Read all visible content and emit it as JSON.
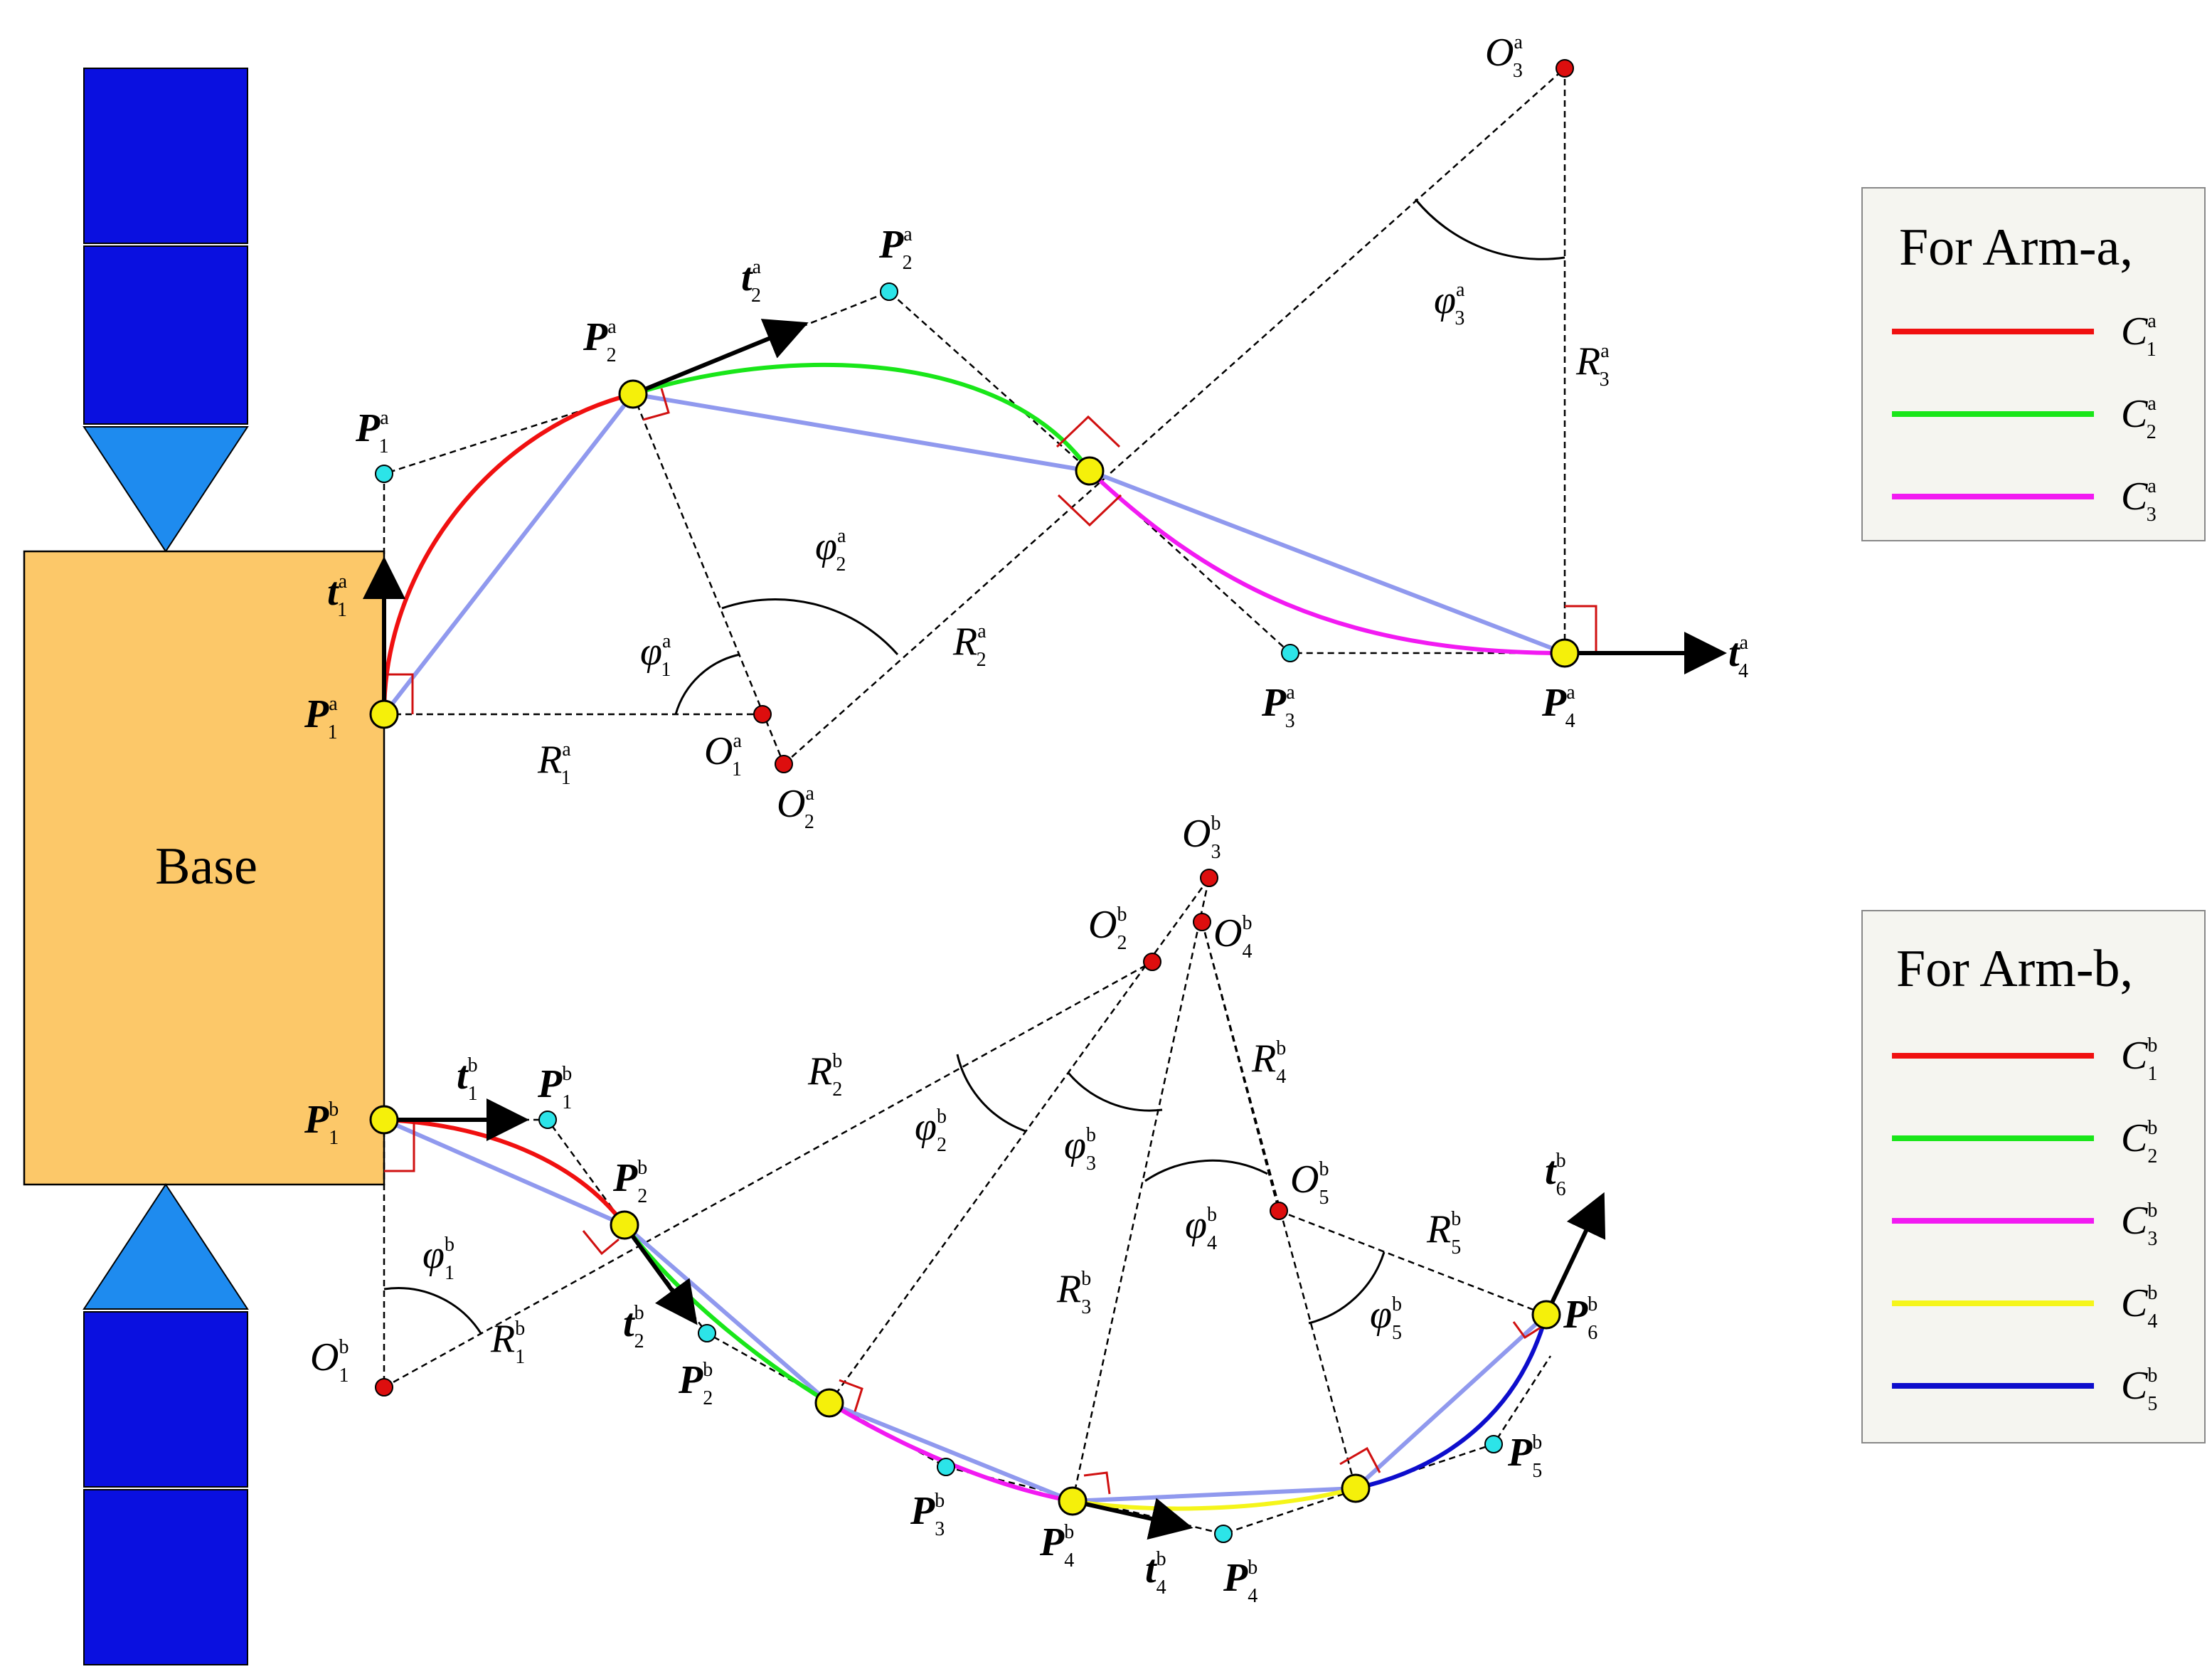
{
  "base": {
    "label": "Base"
  },
  "colors": {
    "base_fill": "#FCC869",
    "panel_dark": "#0A10E0",
    "panel_light": "#1E8BEF",
    "chord": "#9099EE",
    "curve_red": "#F01010",
    "curve_green": "#19E619",
    "curve_magenta": "#F21AF2",
    "curve_yellow": "#F5F51A",
    "curve_blue": "#0D0DCC",
    "point_yellow": "#F5F00A",
    "control_cyan": "#2CE4E8",
    "center_red": "#DD0E0E",
    "right_angle": "#D01010"
  },
  "legend_a": {
    "title": "For Arm-a,",
    "entries": [
      {
        "label": "C",
        "sup": "a",
        "sub": "1",
        "color": "#F01010"
      },
      {
        "label": "C",
        "sup": "a",
        "sub": "2",
        "color": "#19E619"
      },
      {
        "label": "C",
        "sup": "a",
        "sub": "3",
        "color": "#F21AF2"
      }
    ]
  },
  "legend_b": {
    "title": "For Arm-b,",
    "entries": [
      {
        "label": "C",
        "sup": "b",
        "sub": "1",
        "color": "#F01010"
      },
      {
        "label": "C",
        "sup": "b",
        "sub": "2",
        "color": "#19E619"
      },
      {
        "label": "C",
        "sup": "b",
        "sub": "3",
        "color": "#F21AF2"
      },
      {
        "label": "C",
        "sup": "b",
        "sub": "4",
        "color": "#F5F51A"
      },
      {
        "label": "C",
        "sup": "b",
        "sub": "5",
        "color": "#0D0DCC"
      }
    ]
  },
  "arm_a_labels": {
    "P1": {
      "main": "P",
      "sup": "a",
      "sub": "1"
    },
    "P2": {
      "main": "P",
      "sup": "a",
      "sub": "2"
    },
    "P3": {
      "main": "P",
      "sup": "a",
      "sub": "3"
    },
    "P4": {
      "main": "P",
      "sup": "a",
      "sub": "4"
    },
    "Pc1": {
      "main": "P",
      "sup": "a",
      "sub": "1"
    },
    "Pc2": {
      "main": "P",
      "sup": "a",
      "sub": "2"
    },
    "Pc3": {
      "main": "P",
      "sup": "a",
      "sub": "3"
    },
    "t1": {
      "main": "t",
      "sup": "a",
      "sub": "1"
    },
    "t2": {
      "main": "t",
      "sup": "a",
      "sub": "2"
    },
    "t4": {
      "main": "t",
      "sup": "a",
      "sub": "4"
    },
    "O1": {
      "main": "O",
      "sup": "a",
      "sub": "1"
    },
    "O2": {
      "main": "O",
      "sup": "a",
      "sub": "2"
    },
    "O3": {
      "main": "O",
      "sup": "a",
      "sub": "3"
    },
    "R1": {
      "main": "R",
      "sup": "a",
      "sub": "1"
    },
    "R2": {
      "main": "R",
      "sup": "a",
      "sub": "2"
    },
    "R3": {
      "main": "R",
      "sup": "a",
      "sub": "3"
    },
    "phi1": {
      "main": "φ",
      "sup": "a",
      "sub": "1"
    },
    "phi2": {
      "main": "φ",
      "sup": "a",
      "sub": "2"
    },
    "phi3": {
      "main": "φ",
      "sup": "a",
      "sub": "3"
    }
  },
  "arm_b_labels": {
    "P1": {
      "main": "P",
      "sup": "b",
      "sub": "1"
    },
    "P2": {
      "main": "P",
      "sup": "b",
      "sub": "2"
    },
    "P4": {
      "main": "P",
      "sup": "b",
      "sub": "4"
    },
    "P6": {
      "main": "P",
      "sup": "b",
      "sub": "6"
    },
    "Pc1": {
      "main": "P",
      "sup": "b",
      "sub": "1"
    },
    "Pc2": {
      "main": "P",
      "sup": "b",
      "sub": "2"
    },
    "Pc3": {
      "main": "P",
      "sup": "b",
      "sub": "3"
    },
    "Pc4": {
      "main": "P",
      "sup": "b",
      "sub": "4"
    },
    "Pc5": {
      "main": "P",
      "sup": "b",
      "sub": "5"
    },
    "t1": {
      "main": "t",
      "sup": "b",
      "sub": "1"
    },
    "t2": {
      "main": "t",
      "sup": "b",
      "sub": "2"
    },
    "t4": {
      "main": "t",
      "sup": "b",
      "sub": "4"
    },
    "t6": {
      "main": "t",
      "sup": "b",
      "sub": "6"
    },
    "O1": {
      "main": "O",
      "sup": "b",
      "sub": "1"
    },
    "O2": {
      "main": "O",
      "sup": "b",
      "sub": "2"
    },
    "O3": {
      "main": "O",
      "sup": "b",
      "sub": "3"
    },
    "O4": {
      "main": "O",
      "sup": "b",
      "sub": "4"
    },
    "O5": {
      "main": "O",
      "sup": "b",
      "sub": "5"
    },
    "R1": {
      "main": "R",
      "sup": "b",
      "sub": "1"
    },
    "R2": {
      "main": "R",
      "sup": "b",
      "sub": "2"
    },
    "R3": {
      "main": "R",
      "sup": "b",
      "sub": "3"
    },
    "R4": {
      "main": "R",
      "sup": "b",
      "sub": "4"
    },
    "R5": {
      "main": "R",
      "sup": "b",
      "sub": "5"
    },
    "phi1": {
      "main": "φ",
      "sup": "b",
      "sub": "1"
    },
    "phi2": {
      "main": "φ",
      "sup": "b",
      "sub": "2"
    },
    "phi3": {
      "main": "φ",
      "sup": "b",
      "sub": "3"
    },
    "phi4": {
      "main": "φ",
      "sup": "b",
      "sub": "4"
    },
    "phi5": {
      "main": "φ",
      "sup": "b",
      "sub": "5"
    }
  }
}
